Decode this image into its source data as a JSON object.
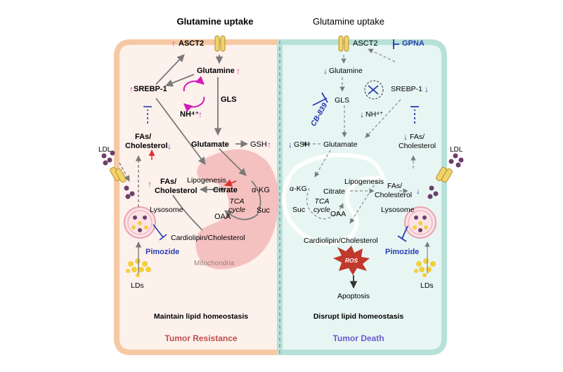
{
  "colors": {
    "left_bg": "#fdf1ec",
    "left_border": "#f6c9a5",
    "right_bg": "#e7f6f3",
    "right_border": "#b7e1d8",
    "up_arrow": "#d41ab8",
    "down_arrow": "#2a3cb0",
    "inhibitor": "#2a3cb0",
    "mito": "#f3b9b9",
    "ros": "#c0392b",
    "lipid_droplet": "#f3cf3c",
    "ldl": "#6b3f6a"
  },
  "left": {
    "title": "Glutamine uptake",
    "asct2": "ASCT2",
    "glutamine": "Glutamine",
    "srebp1": "SREBP-1",
    "gls": "GLS",
    "nh4": "NH⁴⁺",
    "fas1": "FAs/",
    "cholesterol1": "Cholesterol",
    "glutamate": "Glutamate",
    "gsh": "GSH",
    "ldl": "LDL",
    "lipogenesis": "Lipogenesis",
    "fas2": "FAs/",
    "cholesterol2": "Cholesterol",
    "citrate": "Citrate",
    "akg": "α-KG",
    "tca1": "TCA",
    "tca2": "cycle",
    "suc": "Suc",
    "oaa": "OAA",
    "lysosome": "Lysosome",
    "cardiolipin": "Cardiolipin/Cholesterol",
    "pimozide": "Pimozide",
    "mitochondria": "Mitochondria",
    "lds": "LDs",
    "caption": "Maintain lipid homeostasis",
    "outcome": "Tumor Resistance",
    "outcome_color": "#c0504d"
  },
  "right": {
    "title": "Glutamine uptake",
    "asct2": "ASCT2",
    "gpna": "GPNA",
    "glutamine": "Glutamine",
    "gls": "GLS",
    "srebp1": "SREBP-1",
    "cb839": "CB-839",
    "nh4": "NH⁴⁺",
    "fas1": "FAs/",
    "cholesterol1": "Cholesterol",
    "gsh": "GSH",
    "glutamate": "Glutamate",
    "ldl": "LDL",
    "akg": "α-KG",
    "citrate": "Citrate",
    "lipogenesis": "Lipogenesis",
    "fas2": "FAs/",
    "cholesterol2": "Cholesterol",
    "tca1": "TCA",
    "tca2": "cycle",
    "suc": "Suc",
    "oaa": "OAA",
    "lysosome": "Lysosome",
    "cardiolipin": "Cardiolipin/Cholesterol",
    "pimozide": "Pimozide",
    "ros": "ROS",
    "lds": "LDs",
    "apoptosis": "Apoptosis",
    "caption": "Disrupt lipid homeostasis",
    "outcome": "Tumor Death",
    "outcome_color": "#6a5acd"
  }
}
